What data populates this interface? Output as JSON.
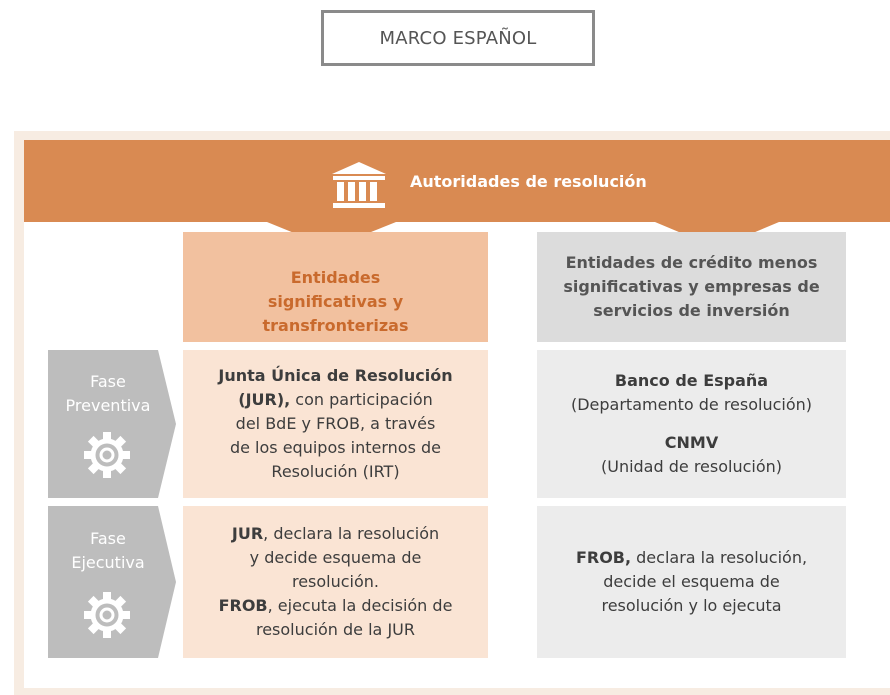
{
  "header": {
    "title": "MARCO ESPAÑOL"
  },
  "banner": {
    "label": "Autoridades de resolución",
    "icon": "bank-building-icon",
    "color": "#d98a52"
  },
  "columns": [
    {
      "title": "Entidades significativas y transfronterizas",
      "lines": [
        "Entidades",
        "significativas y",
        "transfronterizas"
      ],
      "color": "#f2c19f",
      "text_color": "#c96a2d"
    },
    {
      "title": "Entidades de crédito menos significativas y empresas de servicios de inversión",
      "lines": [
        "Entidades de crédito menos",
        "significativas y empresas de",
        "servicios de inversión"
      ],
      "color": "#dcdcdc",
      "text_color": "#555555"
    }
  ],
  "phases": [
    {
      "lines": [
        "Fase",
        "Preventiva"
      ],
      "icon": "gear-icon"
    },
    {
      "lines": [
        "Fase",
        "Ejecutiva"
      ],
      "icon": "gear-icon"
    }
  ],
  "cells": {
    "preventiva_sig": {
      "bold": "Junta Única de Resolución",
      "bold2": "(JUR),",
      "rest_line1": " con participación",
      "lines": [
        "del BdE y FROB, a través",
        "de los equipos internos de",
        "Resolución (IRT)"
      ]
    },
    "preventiva_menos": {
      "entity1": "Banco de España",
      "entity1_sub": "(Departamento de resolución)",
      "entity2": "CNMV",
      "entity2_sub": "(Unidad de resolución)"
    },
    "ejecutiva_sig": {
      "bold1": "JUR",
      "rest1": ", declara la resolución",
      "lines1": [
        "y decide esquema de",
        "resolución."
      ],
      "bold2": "FROB",
      "rest2": ", ejecuta la decisión de",
      "lines2": [
        "resolución de la JUR"
      ]
    },
    "ejecutiva_menos": {
      "bold": "FROB,",
      "rest": " declara la resolución,",
      "lines": [
        "decide el esquema de",
        "resolución y lo ejecuta"
      ]
    }
  }
}
